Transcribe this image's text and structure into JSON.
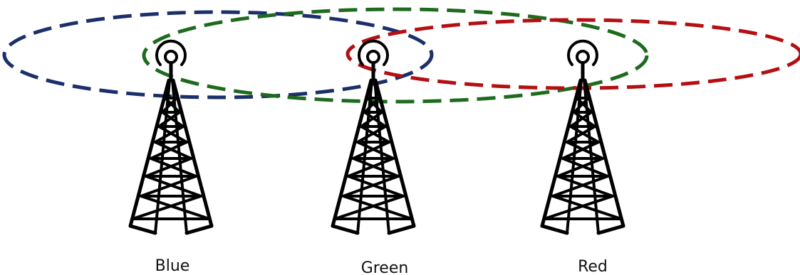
{
  "diagram": {
    "towers": [
      {
        "label": "Blue",
        "color": "#1b2f6b"
      },
      {
        "label": "Green",
        "color": "#1e6b1e"
      },
      {
        "label": "Red",
        "color": "#b40f12"
      }
    ]
  }
}
